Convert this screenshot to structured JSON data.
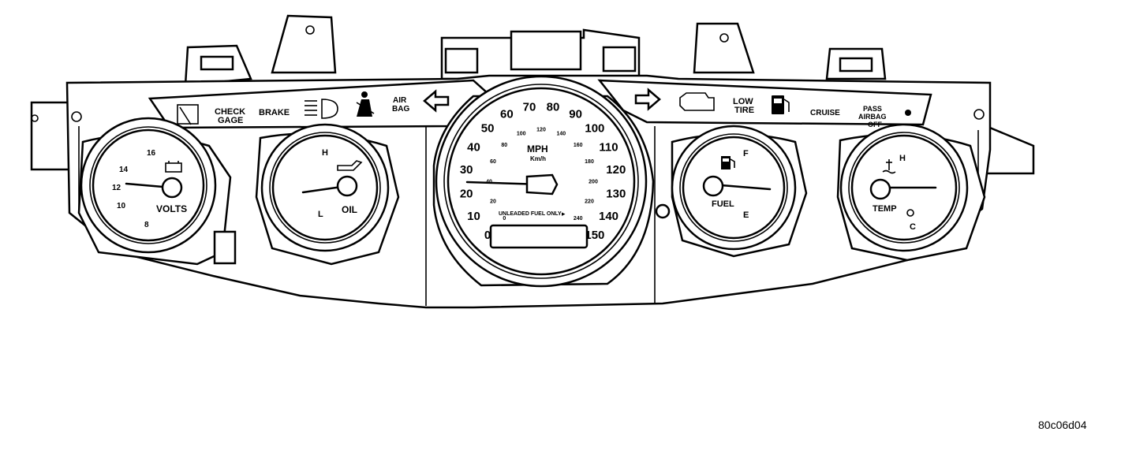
{
  "figure_code": "80c06d04",
  "colors": {
    "ink": "#000000",
    "paper": "#ffffff"
  },
  "left_indicators": {
    "check_gage": [
      "CHECK",
      "GAGE"
    ],
    "brake": "BRAKE",
    "air_bag": [
      "AIR",
      "BAG"
    ],
    "icons": [
      "door-ajar-icon",
      "high-beam-icon",
      "seatbelt-icon",
      "left-turn-arrow-icon"
    ]
  },
  "right_indicators": {
    "low_tire": [
      "LOW",
      "TIRE"
    ],
    "cruise": "CRUISE",
    "pass_airbag_off": [
      "PASS",
      "AIRBAG",
      "OFF"
    ],
    "icons": [
      "right-turn-arrow-icon",
      "check-engine-icon",
      "fuel-pump-icon",
      "indicator-dot-icon"
    ]
  },
  "volts_gauge": {
    "label": "VOLTS",
    "ticks": [
      "16",
      "14",
      "12",
      "10",
      "8"
    ],
    "icon": "battery-icon"
  },
  "oil_gauge": {
    "label": "OIL",
    "high": "H",
    "low": "L",
    "icon": "oil-can-icon"
  },
  "speedometer": {
    "mph_label": "MPH",
    "kmh_label": "Km/h",
    "mph_ticks": [
      "0",
      "10",
      "20",
      "30",
      "40",
      "50",
      "60",
      "70",
      "80",
      "90",
      "100",
      "110",
      "120",
      "130",
      "140",
      "150"
    ],
    "kmh_ticks": [
      "0",
      "20",
      "40",
      "60",
      "80",
      "100",
      "120",
      "140",
      "160",
      "180",
      "200",
      "220",
      "240"
    ],
    "fuel_note": "UNLEADED FUEL ONLY",
    "fuel_note_sub": "▸"
  },
  "fuel_gauge": {
    "label": "FUEL",
    "full": "F",
    "empty": "E",
    "icon": "fuel-pump-icon"
  },
  "temp_gauge": {
    "label": "TEMP",
    "hot": "H",
    "cold": "C",
    "icon": "coolant-temp-icon"
  }
}
